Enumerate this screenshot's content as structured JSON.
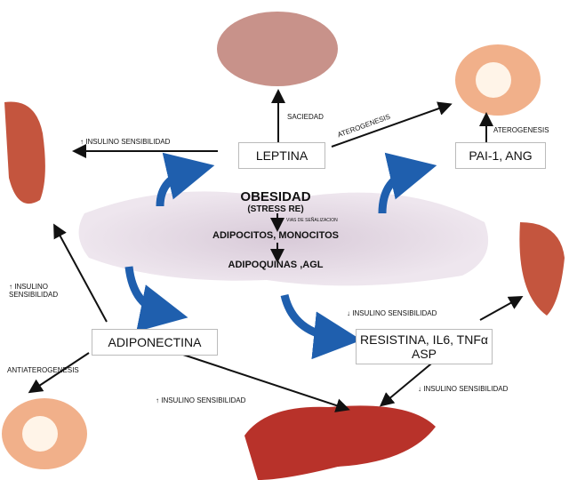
{
  "center": {
    "title": "OBESIDAD",
    "subtitle": "(STRESS RE)",
    "signal": "VIAS DE SEÑALIZACION",
    "cells": "ADIPOCITOS, MONOCITOS",
    "products": "ADIPOQUINAS ,AGL"
  },
  "boxes": {
    "leptina": "LEPTINA",
    "pai": "PAI-1,  ANG",
    "adiponectina": "ADIPONECTINA",
    "resistina": "RESISTINA, IL6, TNFα ASP"
  },
  "labels": {
    "saciedad": "SACIEDAD",
    "aterogenesis1": "ATEROGENESIS",
    "aterogenesis2": "ATEROGENESIS",
    "insulino_up_top": "↑ INSULINO SENSIBILIDAD",
    "insulino_up_left": "↑ INSULINO SENSIBILIDAD",
    "insulino_down_right": "↓ INSULINO SENSIBILIDAD",
    "insulino_down_bottom": "↓ INSULINO SENSIBILIDAD",
    "insulino_up_bottom": "↑ INSULINO SENSIBILIDAD",
    "antiaterogenesis": "ANTIATEROGENESIS"
  },
  "colors": {
    "arrow_blue": "#1f5fae",
    "organ_red": "#b8322a",
    "tissue": "#c9b8c9"
  }
}
